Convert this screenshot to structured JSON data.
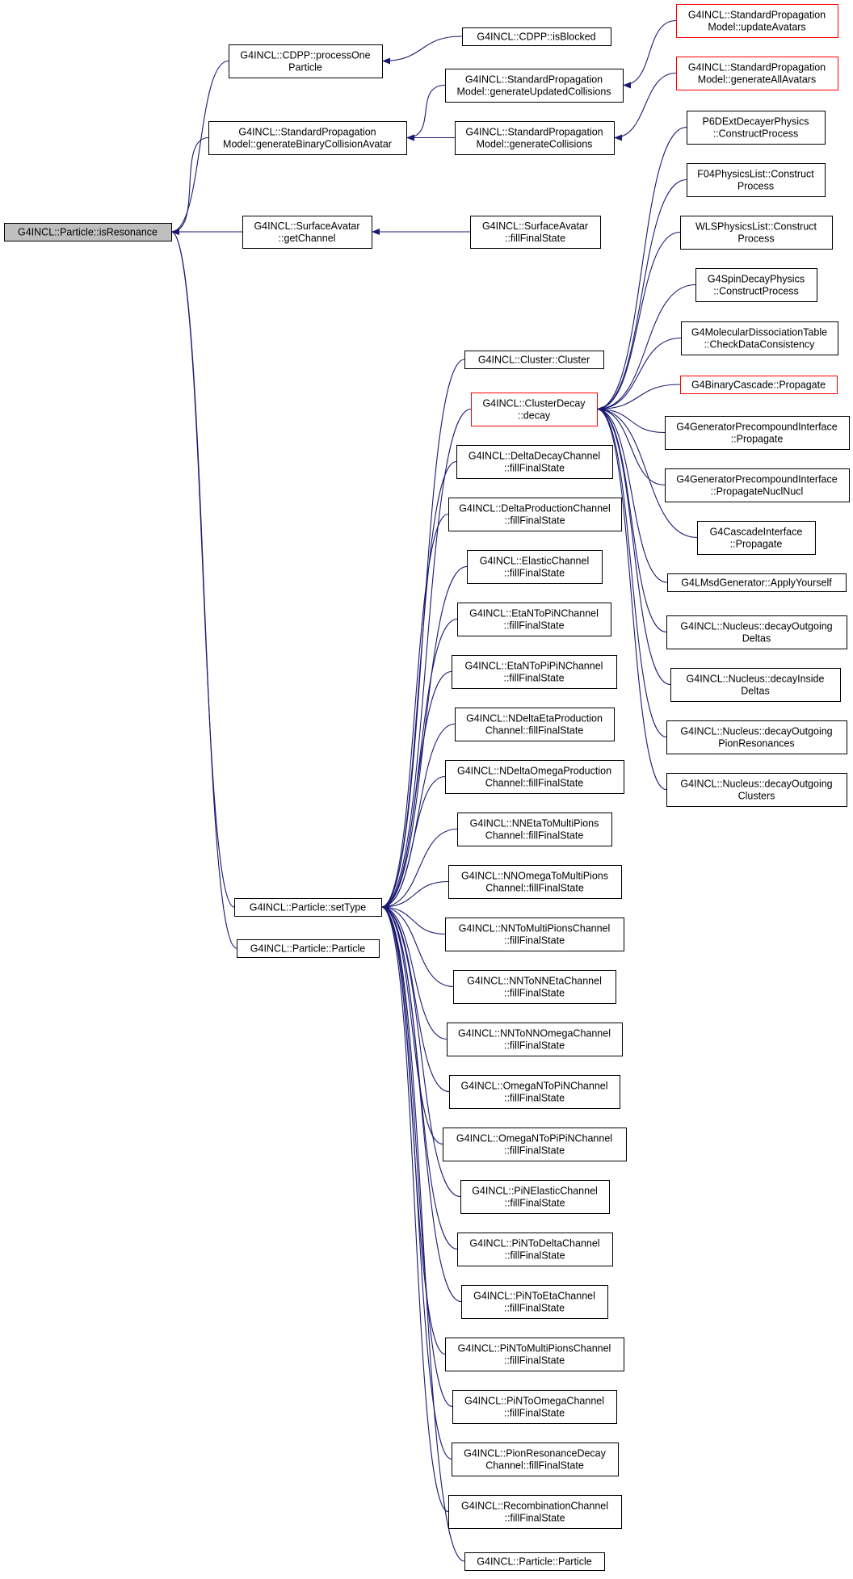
{
  "colors": {
    "edge": "#191970",
    "node_border": "#000000",
    "node_border_truncated": "#ff0000",
    "focus_fill": "#bfbfbf",
    "background": "#ffffff"
  },
  "nodes": [
    {
      "id": "isResonance",
      "lines": [
        "G4INCL::Particle::isResonance"
      ],
      "focus": true
    },
    {
      "id": "processOneParticle",
      "lines": [
        "G4INCL::CDPP::processOne",
        "Particle"
      ]
    },
    {
      "id": "isBlocked",
      "lines": [
        "G4INCL::CDPP::isBlocked"
      ]
    },
    {
      "id": "updateAvatars",
      "lines": [
        "G4INCL::StandardPropagation",
        "Model::updateAvatars"
      ],
      "truncated": true
    },
    {
      "id": "genUpdatedCollisions",
      "lines": [
        "G4INCL::StandardPropagation",
        "Model::generateUpdatedCollisions"
      ]
    },
    {
      "id": "genAllAvatars",
      "lines": [
        "G4INCL::StandardPropagation",
        "Model::generateAllAvatars"
      ],
      "truncated": true
    },
    {
      "id": "genBinaryCollisionAvatar",
      "lines": [
        "G4INCL::StandardPropagation",
        "Model::generateBinaryCollisionAvatar"
      ]
    },
    {
      "id": "genCollisions",
      "lines": [
        "G4INCL::StandardPropagation",
        "Model::generateCollisions"
      ]
    },
    {
      "id": "getChannel",
      "lines": [
        "G4INCL::SurfaceAvatar",
        "::getChannel"
      ]
    },
    {
      "id": "surfaceFillFinalState",
      "lines": [
        "G4INCL::SurfaceAvatar",
        "::fillFinalState"
      ]
    },
    {
      "id": "p6d",
      "lines": [
        "P6DExtDecayerPhysics",
        "::ConstructProcess"
      ]
    },
    {
      "id": "f04",
      "lines": [
        "F04PhysicsList::Construct",
        "Process"
      ]
    },
    {
      "id": "wls",
      "lines": [
        "WLSPhysicsList::Construct",
        "Process"
      ]
    },
    {
      "id": "spinDecay",
      "lines": [
        "G4SpinDecayPhysics",
        "::ConstructProcess"
      ]
    },
    {
      "id": "molDiss",
      "lines": [
        "G4MolecularDissociationTable",
        "::CheckDataConsistency"
      ]
    },
    {
      "id": "clusterCluster",
      "lines": [
        "G4INCL::Cluster::Cluster"
      ]
    },
    {
      "id": "clusterDecay",
      "lines": [
        "G4INCL::ClusterDecay",
        "::decay"
      ],
      "truncated": true
    },
    {
      "id": "binaryCascade",
      "lines": [
        "G4BinaryCascade::Propagate"
      ],
      "truncated": true
    },
    {
      "id": "genPrecompProp",
      "lines": [
        "G4GeneratorPrecompoundInterface",
        "::Propagate"
      ]
    },
    {
      "id": "genPrecompNuclNucl",
      "lines": [
        "G4GeneratorPrecompoundInterface",
        "::PropagateNuclNucl"
      ]
    },
    {
      "id": "cascadeInterface",
      "lines": [
        "G4CascadeInterface",
        "::Propagate"
      ]
    },
    {
      "id": "lmsd",
      "lines": [
        "G4LMsdGenerator::ApplyYourself"
      ]
    },
    {
      "id": "decayOutDeltas",
      "lines": [
        "G4INCL::Nucleus::decayOutgoing",
        "Deltas"
      ]
    },
    {
      "id": "decayInsideDeltas",
      "lines": [
        "G4INCL::Nucleus::decayInside",
        "Deltas"
      ]
    },
    {
      "id": "decayOutPion",
      "lines": [
        "G4INCL::Nucleus::decayOutgoing",
        "PionResonances"
      ]
    },
    {
      "id": "decayOutClusters",
      "lines": [
        "G4INCL::Nucleus::decayOutgoing",
        "Clusters"
      ]
    },
    {
      "id": "deltaDecay",
      "lines": [
        "G4INCL::DeltaDecayChannel",
        "::fillFinalState"
      ]
    },
    {
      "id": "deltaProd",
      "lines": [
        "G4INCL::DeltaProductionChannel",
        "::fillFinalState"
      ]
    },
    {
      "id": "elastic",
      "lines": [
        "G4INCL::ElasticChannel",
        "::fillFinalState"
      ]
    },
    {
      "id": "etaNToPiN",
      "lines": [
        "G4INCL::EtaNToPiNChannel",
        "::fillFinalState"
      ]
    },
    {
      "id": "etaNToPiPiN",
      "lines": [
        "G4INCL::EtaNToPiPiNChannel",
        "::fillFinalState"
      ]
    },
    {
      "id": "nDeltaEta",
      "lines": [
        "G4INCL::NDeltaEtaProduction",
        "Channel::fillFinalState"
      ]
    },
    {
      "id": "nDeltaOmega",
      "lines": [
        "G4INCL::NDeltaOmegaProduction",
        "Channel::fillFinalState"
      ]
    },
    {
      "id": "nnEtaMulti",
      "lines": [
        "G4INCL::NNEtaToMultiPions",
        "Channel::fillFinalState"
      ]
    },
    {
      "id": "nnOmegaMulti",
      "lines": [
        "G4INCL::NNOmegaToMultiPions",
        "Channel::fillFinalState"
      ]
    },
    {
      "id": "setType",
      "lines": [
        "G4INCL::Particle::setType"
      ]
    },
    {
      "id": "particleCtor1",
      "lines": [
        "G4INCL::Particle::Particle"
      ]
    },
    {
      "id": "nnToMulti",
      "lines": [
        "G4INCL::NNToMultiPionsChannel",
        "::fillFinalState"
      ]
    },
    {
      "id": "nnToNNEta",
      "lines": [
        "G4INCL::NNToNNEtaChannel",
        "::fillFinalState"
      ]
    },
    {
      "id": "nnToNNOmega",
      "lines": [
        "G4INCL::NNToNNOmegaChannel",
        "::fillFinalState"
      ]
    },
    {
      "id": "omegaNToPiN",
      "lines": [
        "G4INCL::OmegaNToPiNChannel",
        "::fillFinalState"
      ]
    },
    {
      "id": "omegaNToPiPiN",
      "lines": [
        "G4INCL::OmegaNToPiPiNChannel",
        "::fillFinalState"
      ]
    },
    {
      "id": "piNElastic",
      "lines": [
        "G4INCL::PiNElasticChannel",
        "::fillFinalState"
      ]
    },
    {
      "id": "piNToDelta",
      "lines": [
        "G4INCL::PiNToDeltaChannel",
        "::fillFinalState"
      ]
    },
    {
      "id": "piNToEta",
      "lines": [
        "G4INCL::PiNToEtaChannel",
        "::fillFinalState"
      ]
    },
    {
      "id": "piNToMulti",
      "lines": [
        "G4INCL::PiNToMultiPionsChannel",
        "::fillFinalState"
      ]
    },
    {
      "id": "piNToOmega",
      "lines": [
        "G4INCL::PiNToOmegaChannel",
        "::fillFinalState"
      ]
    },
    {
      "id": "pionResDecay",
      "lines": [
        "G4INCL::PionResonanceDecay",
        "Channel::fillFinalState"
      ]
    },
    {
      "id": "recombination",
      "lines": [
        "G4INCL::RecombinationChannel",
        "::fillFinalState"
      ]
    },
    {
      "id": "particleCtor2",
      "lines": [
        "G4INCL::Particle::Particle"
      ]
    }
  ],
  "edges": [
    {
      "from": "processOneParticle",
      "to": "isResonance"
    },
    {
      "from": "isBlocked",
      "to": "processOneParticle"
    },
    {
      "from": "genBinaryCollisionAvatar",
      "to": "isResonance"
    },
    {
      "from": "genUpdatedCollisions",
      "to": "genBinaryCollisionAvatar"
    },
    {
      "from": "updateAvatars",
      "to": "genUpdatedCollisions"
    },
    {
      "from": "genCollisions",
      "to": "genBinaryCollisionAvatar"
    },
    {
      "from": "genAllAvatars",
      "to": "genCollisions"
    },
    {
      "from": "getChannel",
      "to": "isResonance"
    },
    {
      "from": "surfaceFillFinalState",
      "to": "getChannel"
    },
    {
      "from": "setType",
      "to": "isResonance"
    },
    {
      "from": "particleCtor1",
      "to": "isResonance"
    },
    {
      "from": "clusterCluster",
      "to": "setType"
    },
    {
      "from": "clusterDecay",
      "to": "setType"
    },
    {
      "from": "deltaDecay",
      "to": "setType"
    },
    {
      "from": "deltaProd",
      "to": "setType"
    },
    {
      "from": "elastic",
      "to": "setType"
    },
    {
      "from": "etaNToPiN",
      "to": "setType"
    },
    {
      "from": "etaNToPiPiN",
      "to": "setType"
    },
    {
      "from": "nDeltaEta",
      "to": "setType"
    },
    {
      "from": "nDeltaOmega",
      "to": "setType"
    },
    {
      "from": "nnEtaMulti",
      "to": "setType"
    },
    {
      "from": "nnOmegaMulti",
      "to": "setType"
    },
    {
      "from": "nnToMulti",
      "to": "setType"
    },
    {
      "from": "nnToNNEta",
      "to": "setType"
    },
    {
      "from": "nnToNNOmega",
      "to": "setType"
    },
    {
      "from": "omegaNToPiN",
      "to": "setType"
    },
    {
      "from": "omegaNToPiPiN",
      "to": "setType"
    },
    {
      "from": "piNElastic",
      "to": "setType"
    },
    {
      "from": "piNToDelta",
      "to": "setType"
    },
    {
      "from": "piNToEta",
      "to": "setType"
    },
    {
      "from": "piNToMulti",
      "to": "setType"
    },
    {
      "from": "piNToOmega",
      "to": "setType"
    },
    {
      "from": "pionResDecay",
      "to": "setType"
    },
    {
      "from": "recombination",
      "to": "setType"
    },
    {
      "from": "particleCtor2",
      "to": "setType"
    },
    {
      "from": "p6d",
      "to": "clusterDecay"
    },
    {
      "from": "f04",
      "to": "clusterDecay"
    },
    {
      "from": "wls",
      "to": "clusterDecay"
    },
    {
      "from": "spinDecay",
      "to": "clusterDecay"
    },
    {
      "from": "molDiss",
      "to": "clusterDecay"
    },
    {
      "from": "binaryCascade",
      "to": "clusterDecay"
    },
    {
      "from": "genPrecompProp",
      "to": "clusterDecay"
    },
    {
      "from": "genPrecompNuclNucl",
      "to": "clusterDecay"
    },
    {
      "from": "cascadeInterface",
      "to": "clusterDecay"
    },
    {
      "from": "lmsd",
      "to": "clusterDecay"
    },
    {
      "from": "decayOutDeltas",
      "to": "clusterDecay"
    },
    {
      "from": "decayInsideDeltas",
      "to": "clusterDecay"
    },
    {
      "from": "decayOutPion",
      "to": "clusterDecay"
    },
    {
      "from": "decayOutClusters",
      "to": "clusterDecay"
    }
  ]
}
